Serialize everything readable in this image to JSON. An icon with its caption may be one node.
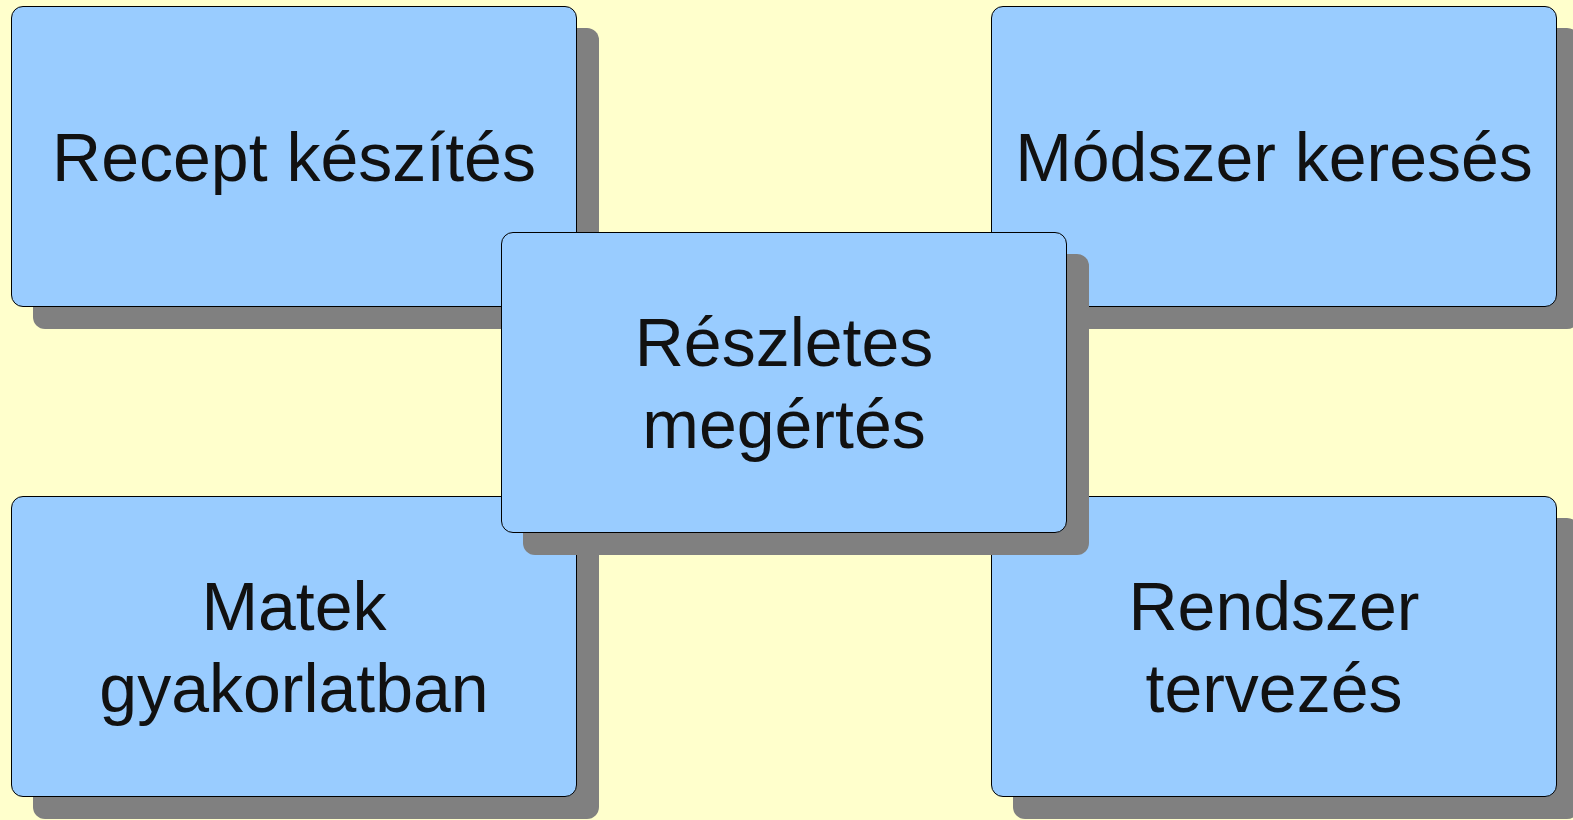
{
  "diagram": {
    "nodes": [
      {
        "text": [
          "Recept készítés"
        ]
      },
      {
        "text": [
          "Módszer keresés"
        ]
      },
      {
        "text": [
          "Részletes megértés"
        ]
      },
      {
        "text": [
          "Matek gyakorlatban"
        ]
      },
      {
        "text": [
          "Rendszer tervezés"
        ]
      }
    ]
  }
}
